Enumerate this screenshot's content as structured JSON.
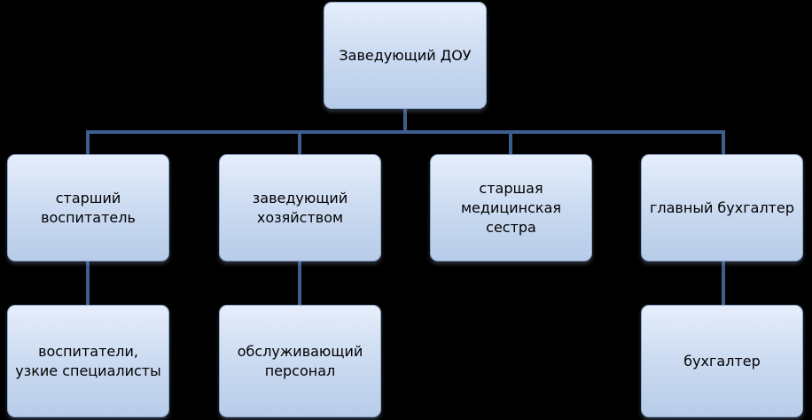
{
  "diagram": {
    "root": {
      "label": "Заведующий ДОУ"
    },
    "level1": [
      {
        "label": "старший воспитатель"
      },
      {
        "label": "заведующий хозяйством"
      },
      {
        "label": "старшая медицинская сестра"
      },
      {
        "label": "главный бухгалтер"
      }
    ],
    "level2": [
      {
        "label": "воспитатели, узкие специалисты"
      },
      {
        "label": "обслуживающий персонал"
      },
      {
        "label": "бухгалтер"
      }
    ]
  },
  "colors": {
    "background": "#000000",
    "node_fill_top": "#e5eefb",
    "node_fill_bottom": "#b7cce9",
    "node_border": "#8ea7c9",
    "connector": "#3d5f8f"
  }
}
